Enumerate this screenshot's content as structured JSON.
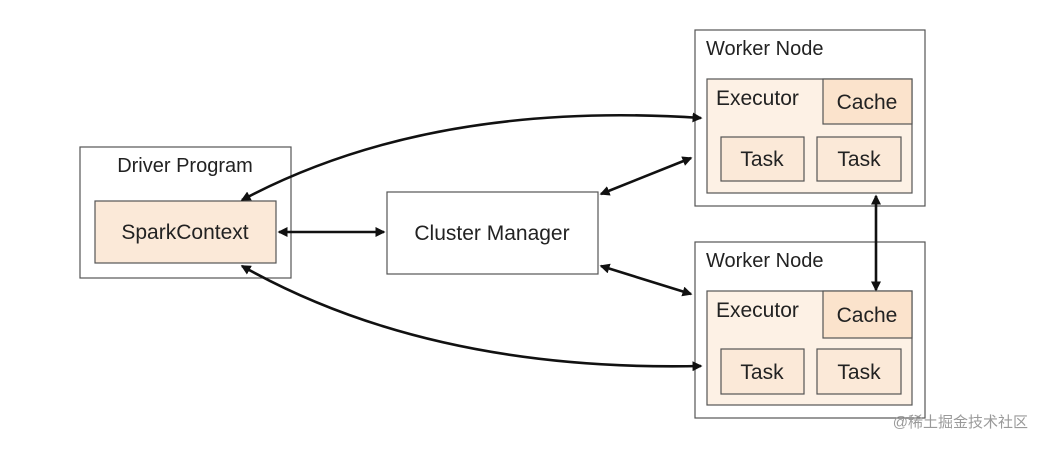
{
  "diagram": {
    "driver": {
      "title": "Driver Program",
      "context": "SparkContext"
    },
    "cluster_manager": "Cluster Manager",
    "worker_top": {
      "title": "Worker Node",
      "executor": "Executor",
      "cache": "Cache",
      "task_left": "Task",
      "task_right": "Task"
    },
    "worker_bottom": {
      "title": "Worker Node",
      "executor": "Executor",
      "cache": "Cache",
      "task_left": "Task",
      "task_right": "Task"
    },
    "watermark": "@稀土掘金技术社区"
  }
}
